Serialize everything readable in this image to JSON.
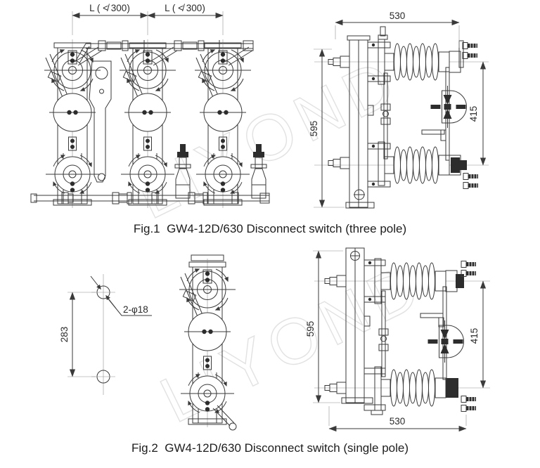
{
  "watermark": {
    "text": "LIYOND",
    "color": "#e2e2e2"
  },
  "drawing": {
    "line_color": "#3a3a3a",
    "background": "#ffffff"
  },
  "fig1": {
    "caption": "Fig.1  GW4-12D/630 Disconnect switch (three pole)",
    "dimensions": {
      "pole_spacing_1": "L ( ≮ 300)",
      "pole_spacing_2": "L ( ≮ 300)",
      "overall_width": "530",
      "overall_height": "595",
      "terminal_spacing": "415"
    }
  },
  "fig2": {
    "caption": "Fig.2  GW4-12D/630 Disconnect switch (single pole)",
    "dimensions": {
      "mounting_hole_spacing": "283",
      "mounting_holes": "2-φ18",
      "overall_height": "595",
      "terminal_spacing": "415",
      "overall_width": "530"
    }
  }
}
